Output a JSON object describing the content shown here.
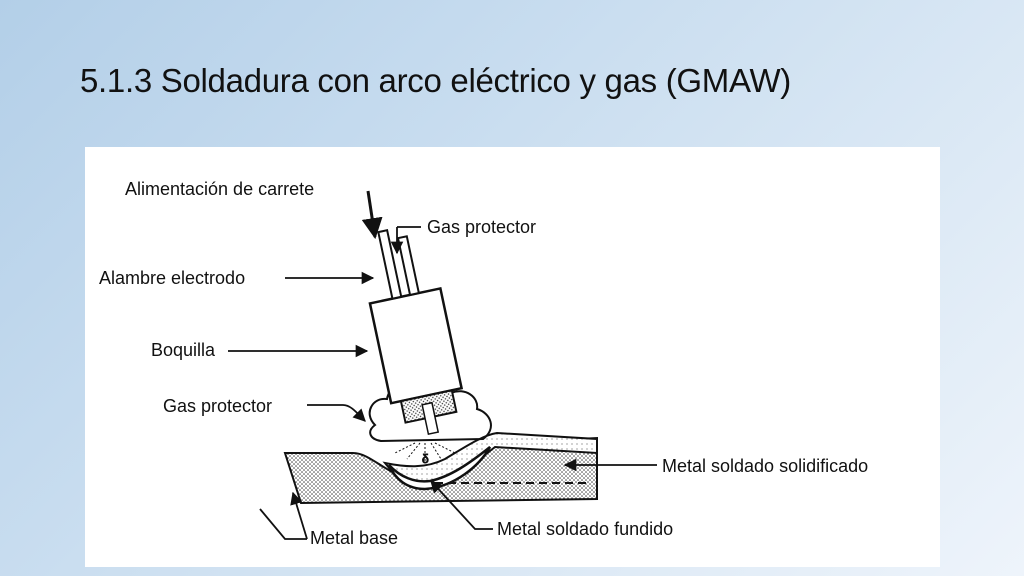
{
  "slide": {
    "title": "5.1.3 Soldadura con arco eléctrico y gas (GMAW)"
  },
  "figure": {
    "labels": {
      "feed": "Alimentación de carrete",
      "shield_gas_top": "Gas protector",
      "electrode": "Alambre electrodo",
      "nozzle": "Boquilla",
      "shield_gas_side": "Gas protector",
      "solidified": "Metal soldado solidificado",
      "base": "Metal base",
      "molten": "Metal soldado fundido"
    }
  }
}
